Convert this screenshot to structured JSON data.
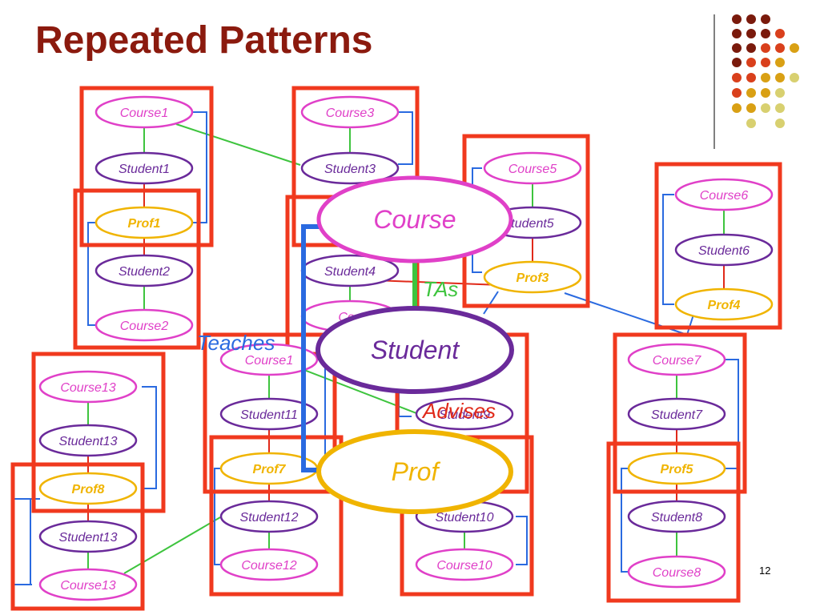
{
  "title": "Repeated Patterns",
  "page_number": "12",
  "colors": {
    "course": "#e040c8",
    "student": "#6a2a9a",
    "prof": "#f0b400",
    "box": "#f0391e",
    "link_green": "#3ec43e",
    "link_red": "#e02a1a",
    "link_blue": "#2a6ae0",
    "title": "#8b1a0e"
  },
  "instance_labels": {
    "course1": "Course1",
    "student1": "Student1",
    "prof1": "Prof1",
    "student2": "Student2",
    "course2": "Course2",
    "course3": "Course3",
    "student3": "Student3",
    "student4": "Student4",
    "course4": "Cou",
    "course5": "Course5",
    "student5": "tudent5",
    "prof3": "Prof3",
    "course6": "Course6",
    "student6": "Student6",
    "prof4": "Prof4",
    "course7": "Course7",
    "student7": "Student7",
    "prof5": "Prof5",
    "student8": "Student8",
    "course8": "Course8",
    "course13a": "Course13",
    "student13a": "Student13",
    "prof8": "Prof8",
    "student13b": "Student13",
    "course13b": "Course13",
    "course11": "Course1",
    "student11": "Student11",
    "prof7": "Prof7",
    "student12": "Student12",
    "course12": "Course12",
    "student9": "Student9",
    "student10": "Student10",
    "course10": "Course10"
  },
  "pattern": {
    "course": "Course",
    "student": "Student",
    "prof": "Prof",
    "tas": "TAs",
    "teaches": "Teaches",
    "advises": "Advises"
  }
}
